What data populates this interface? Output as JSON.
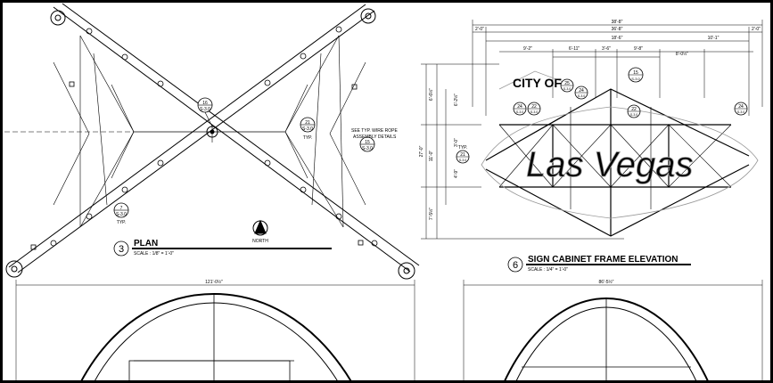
{
  "plan": {
    "number": "3",
    "title": "PLAN",
    "scale": "SCALE : 1/8\" = 1'-0\"",
    "north_label": "NORTH",
    "note_wire_rope": "SEE TYP. WIRE ROPE",
    "note_assembly": "ASSEMBLY DETAILS",
    "callouts": [
      {
        "num": "16",
        "sheet": "S-3.0"
      },
      {
        "num": "21",
        "sheet": "S-3.0",
        "sub": "TYP."
      },
      {
        "num": "7",
        "sheet": "S-3.0",
        "sub": "TYP."
      },
      {
        "num": "15",
        "sheet": "S-3.0"
      }
    ]
  },
  "elevation": {
    "number": "6",
    "title": "SIGN CABINET FRAME ELEVATION",
    "scale": "SCALE : 1/4\" = 1'-0\"",
    "sign_text_top": "CITY OF",
    "sign_text_main": "Las Vegas",
    "dims_top": [
      "38'-8\"",
      "2'-0\"",
      "36'-8\"",
      "2'-0\"",
      "18'-6\"",
      "9'-2\"",
      "6'-11\"",
      "3'-6\"",
      "9'-8\"",
      "10'-1\"",
      "8'-0½\""
    ],
    "dims_left": [
      "6'-6½\"",
      "6'-2½\"",
      "11'-0\"",
      "3'-0\"",
      "4'-9\"",
      "7'-5½\"",
      "27'-0\""
    ],
    "callouts": [
      {
        "num": "15",
        "sheet": "S-3.0"
      },
      {
        "num": "25",
        "sheet": "S-3.0"
      },
      {
        "num": "24",
        "sheet": "S-3.0"
      },
      {
        "num": "24",
        "sheet": "S-3.0"
      },
      {
        "num": "22",
        "sheet": "S-3.0"
      },
      {
        "num": "22",
        "sheet": "S-3.0"
      },
      {
        "num": "24",
        "sheet": "S-3.0"
      },
      {
        "num": "21",
        "sheet": "S-3.0",
        "sub": "TYP."
      }
    ]
  },
  "bottom": {
    "dim_left": "121'-0½\"",
    "dim_right": "86'-5½\""
  }
}
